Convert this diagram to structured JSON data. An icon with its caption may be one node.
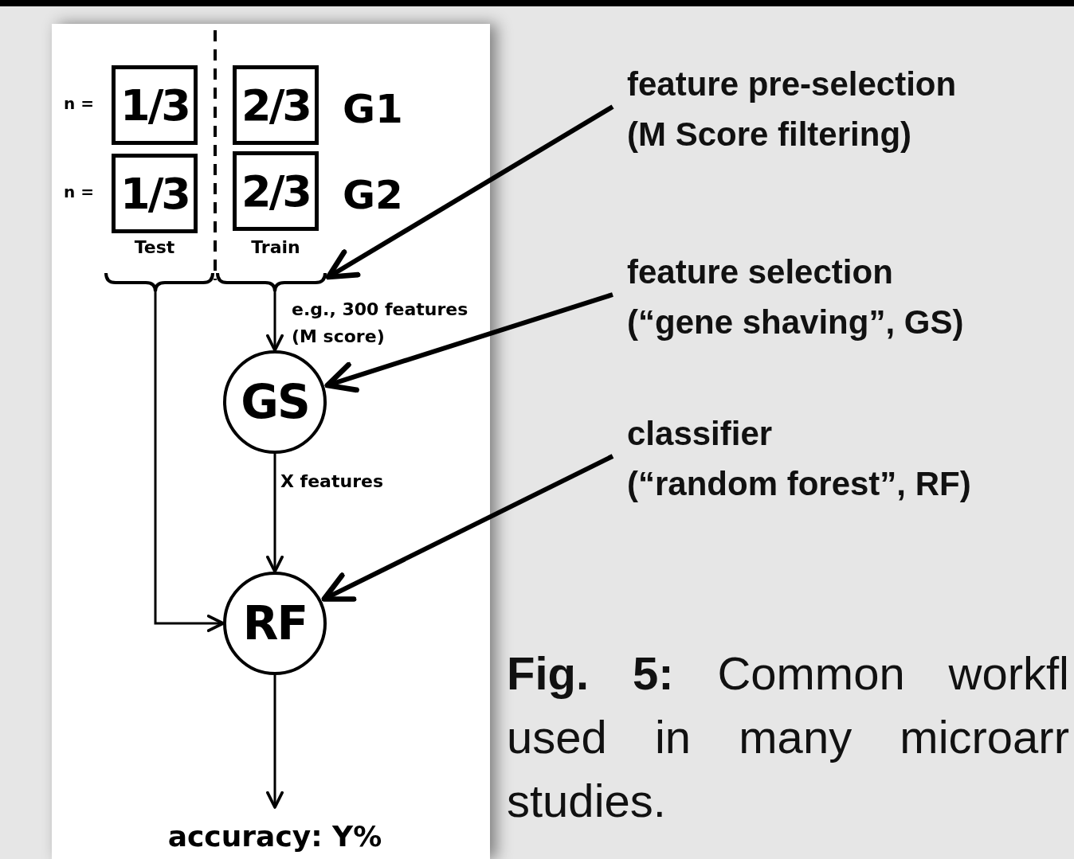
{
  "diagram": {
    "caption": "**Fig. 5:** Common workfl used in many microarr studies.",
    "nodes": [
      {
        "text": [
          "1/3"
        ],
        "beside": [
          "n ="
        ]
      },
      {
        "text": [
          "2/3"
        ],
        "beside": [
          "G1"
        ]
      },
      {
        "text": [
          "1/3"
        ],
        "beside": [
          "n =",
          "Test"
        ]
      },
      {
        "text": [
          "2/3"
        ],
        "beside": [
          "G2",
          "Train"
        ]
      },
      {
        "text": [],
        "shape": "bracket"
      },
      {
        "text": [],
        "shape": "bracket"
      },
      {
        "text": [
          "GS"
        ]
      },
      {
        "text": [
          "RF"
        ]
      },
      {
        "text": [
          "accuracy: Y%"
        ]
      },
      {
        "text": [
          "feature pre-selection",
          "(M Score filtering)"
        ]
      },
      {
        "text": [
          "feature selection",
          "(“gene shaving”, GS)"
        ]
      },
      {
        "text": [
          "classifier",
          "(“random forest”, RF)"
        ]
      }
    ],
    "edges": [
      {
        "from": 4,
        "to": 7,
        "arrow": "to"
      },
      {
        "from": 5,
        "to": 6,
        "arrow": "to",
        "label": "e.g., 300 features (M score)"
      },
      {
        "from": 6,
        "to": 7,
        "arrow": "to",
        "label": "X features"
      },
      {
        "from": 7,
        "to": 8,
        "arrow": "to"
      },
      {
        "from": 9,
        "to": 5,
        "arrow": "to",
        "style": "thick"
      },
      {
        "from": 10,
        "to": 6,
        "arrow": "to",
        "style": "thick"
      },
      {
        "from": 11,
        "to": 7,
        "arrow": "to",
        "style": "thick"
      }
    ]
  }
}
